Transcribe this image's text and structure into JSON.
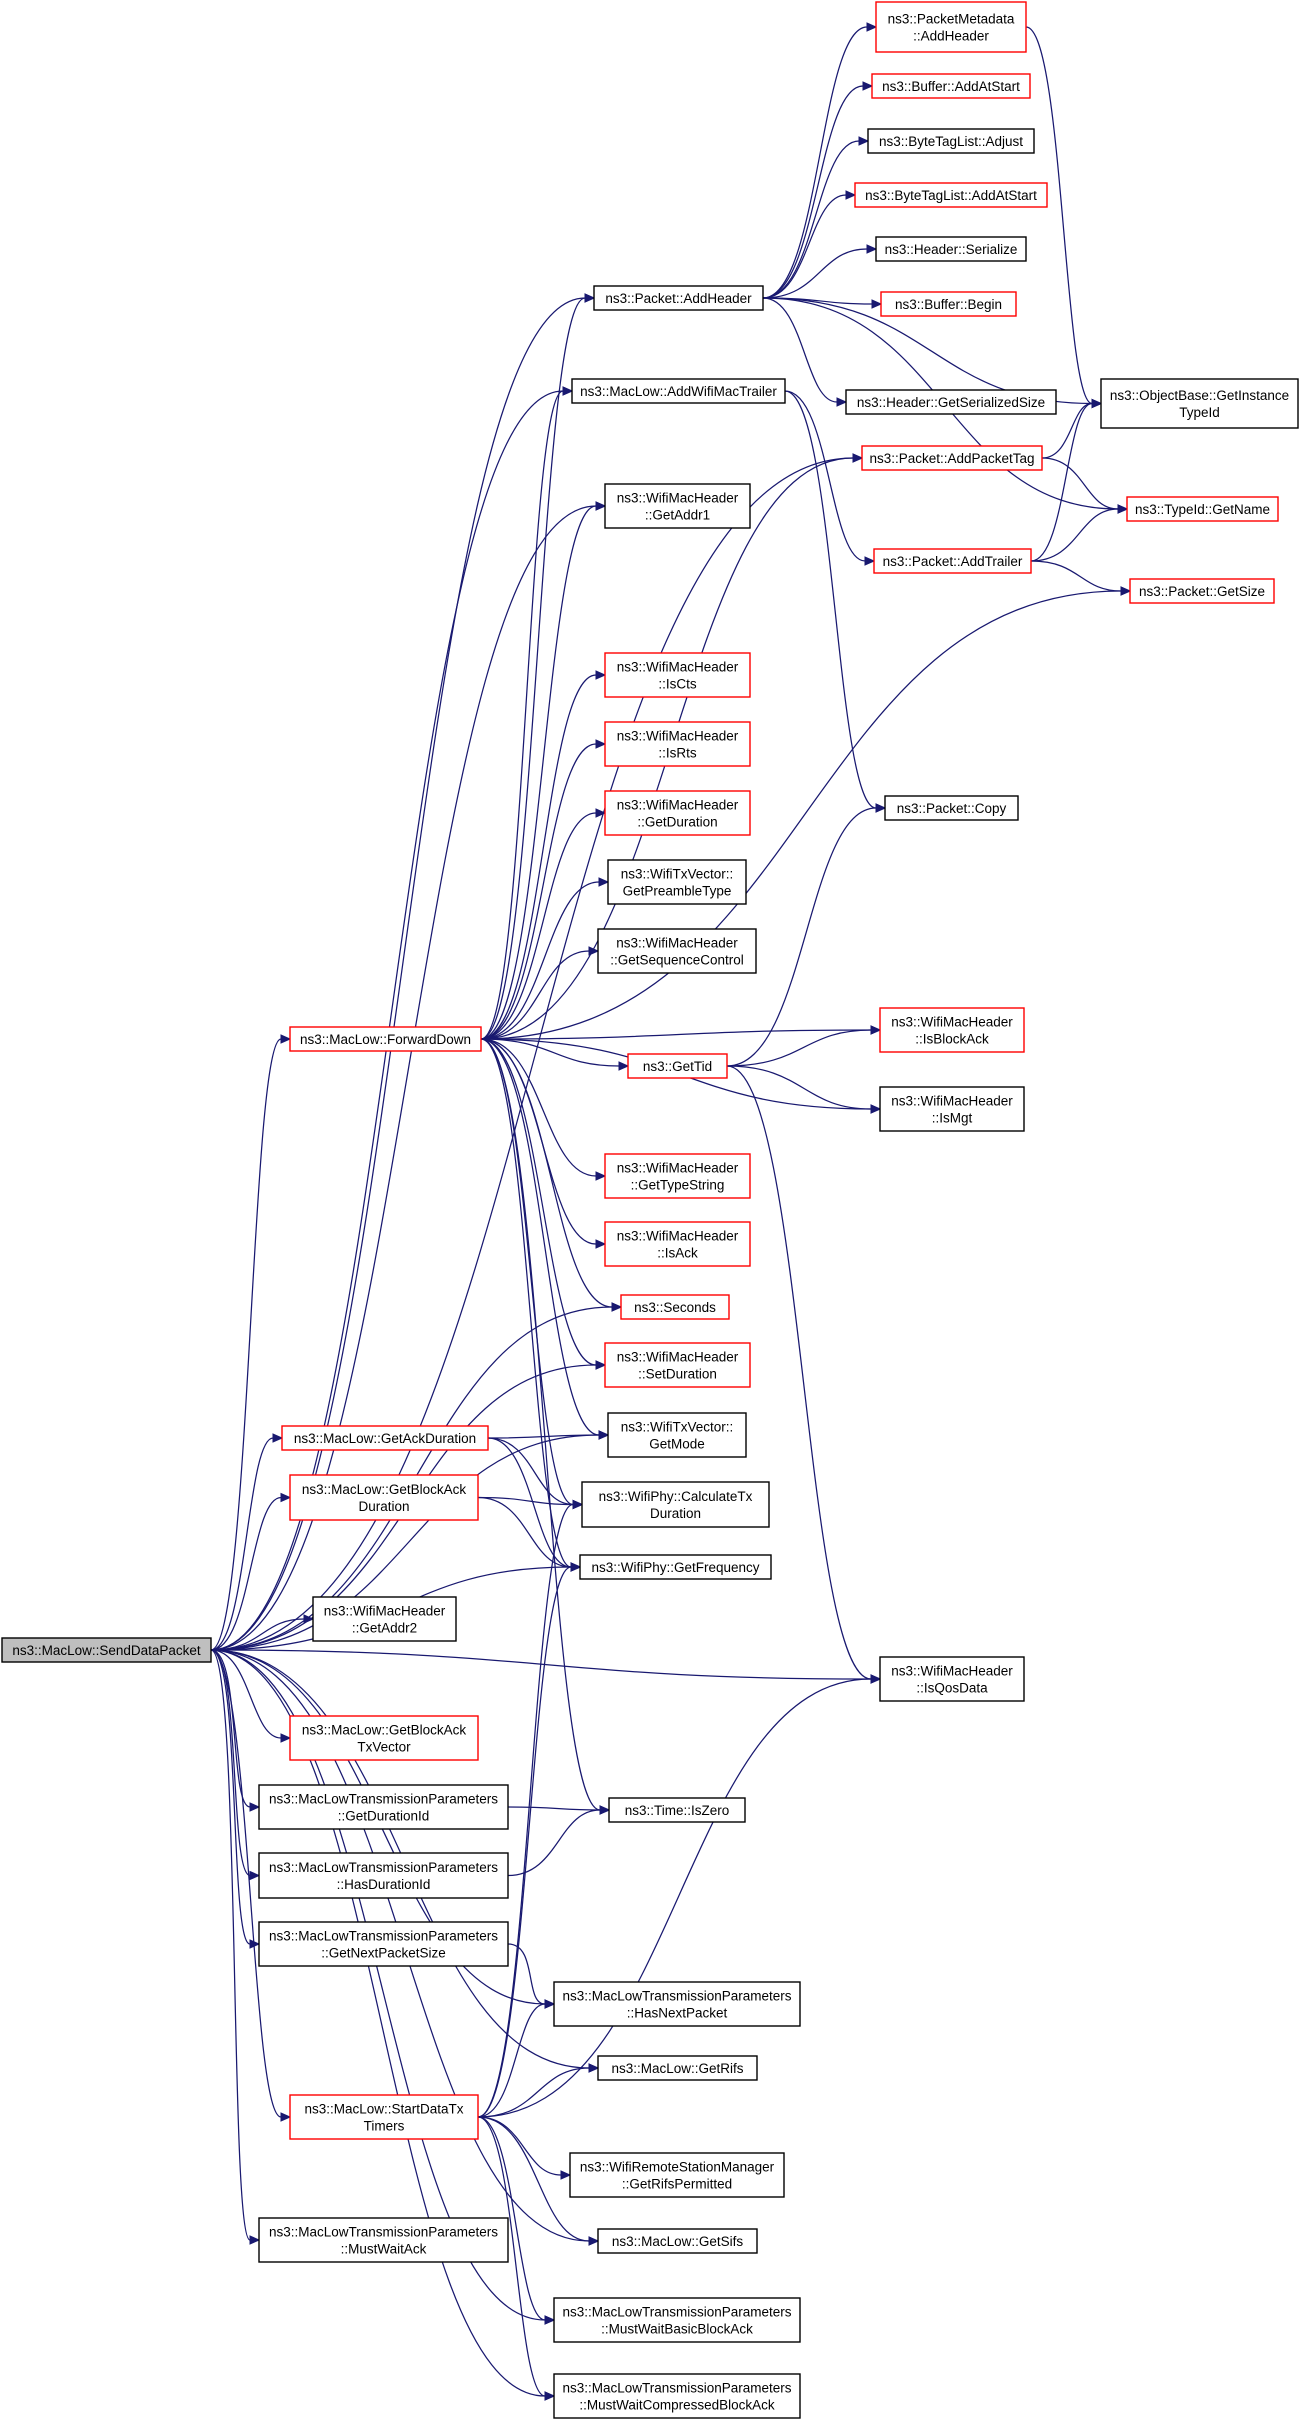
{
  "colors": {
    "edge": "#191970",
    "border_default": "#000000",
    "border_red": "#ff0000",
    "fill_default": "#ffffff",
    "fill_root": "#bfbfbf"
  },
  "nodes": [
    {
      "id": "send_data_packet",
      "lines": [
        "ns3::MacLow::SendDataPacket"
      ],
      "style": "root"
    },
    {
      "id": "packet_add_header",
      "lines": [
        "ns3::Packet::AddHeader"
      ],
      "style": "default"
    },
    {
      "id": "packet_metadata_add_header",
      "lines": [
        "ns3::PacketMetadata",
        "::AddHeader"
      ],
      "style": "red"
    },
    {
      "id": "buffer_add_at_start",
      "lines": [
        "ns3::Buffer::AddAtStart"
      ],
      "style": "red"
    },
    {
      "id": "byte_tag_list_adjust",
      "lines": [
        "ns3::ByteTagList::Adjust"
      ],
      "style": "default"
    },
    {
      "id": "byte_tag_list_add_at_start",
      "lines": [
        "ns3::ByteTagList::AddAtStart"
      ],
      "style": "red"
    },
    {
      "id": "header_serialize",
      "lines": [
        "ns3::Header::Serialize"
      ],
      "style": "default"
    },
    {
      "id": "buffer_begin",
      "lines": [
        "ns3::Buffer::Begin"
      ],
      "style": "red"
    },
    {
      "id": "object_base_get_instance_type_id",
      "lines": [
        "ns3::ObjectBase::GetInstance",
        "TypeId"
      ],
      "style": "default"
    },
    {
      "id": "header_get_serialized_size",
      "lines": [
        "ns3::Header::GetSerializedSize"
      ],
      "style": "default"
    },
    {
      "id": "mac_low_add_wifi_mac_trailer",
      "lines": [
        "ns3::MacLow::AddWifiMacTrailer"
      ],
      "style": "default"
    },
    {
      "id": "packet_add_packet_tag",
      "lines": [
        "ns3::Packet::AddPacketTag"
      ],
      "style": "red"
    },
    {
      "id": "type_id_get_name",
      "lines": [
        "ns3::TypeId::GetName"
      ],
      "style": "red"
    },
    {
      "id": "wifi_mac_header_get_addr1",
      "lines": [
        "ns3::WifiMacHeader",
        "::GetAddr1"
      ],
      "style": "default"
    },
    {
      "id": "packet_add_trailer",
      "lines": [
        "ns3::Packet::AddTrailer"
      ],
      "style": "red"
    },
    {
      "id": "packet_get_size",
      "lines": [
        "ns3::Packet::GetSize"
      ],
      "style": "red"
    },
    {
      "id": "wifi_mac_header_is_cts",
      "lines": [
        "ns3::WifiMacHeader",
        "::IsCts"
      ],
      "style": "red"
    },
    {
      "id": "wifi_mac_header_is_rts",
      "lines": [
        "ns3::WifiMacHeader",
        "::IsRts"
      ],
      "style": "red"
    },
    {
      "id": "packet_copy",
      "lines": [
        "ns3::Packet::Copy"
      ],
      "style": "default"
    },
    {
      "id": "wifi_mac_header_get_duration",
      "lines": [
        "ns3::WifiMacHeader",
        "::GetDuration"
      ],
      "style": "red"
    },
    {
      "id": "wifi_tx_vector_get_preamble_type",
      "lines": [
        "ns3::WifiTxVector::",
        "GetPreambleType"
      ],
      "style": "default"
    },
    {
      "id": "wifi_mac_header_get_sequence_control",
      "lines": [
        "ns3::WifiMacHeader",
        "::GetSequenceControl"
      ],
      "style": "default"
    },
    {
      "id": "mac_low_forward_down",
      "lines": [
        "ns3::MacLow::ForwardDown"
      ],
      "style": "red"
    },
    {
      "id": "wifi_mac_header_is_block_ack",
      "lines": [
        "ns3::WifiMacHeader",
        "::IsBlockAck"
      ],
      "style": "red"
    },
    {
      "id": "get_tid",
      "lines": [
        "ns3::GetTid"
      ],
      "style": "red"
    },
    {
      "id": "wifi_mac_header_is_mgt",
      "lines": [
        "ns3::WifiMacHeader",
        "::IsMgt"
      ],
      "style": "default"
    },
    {
      "id": "wifi_mac_header_get_type_string",
      "lines": [
        "ns3::WifiMacHeader",
        "::GetTypeString"
      ],
      "style": "red"
    },
    {
      "id": "wifi_mac_header_is_ack",
      "lines": [
        "ns3::WifiMacHeader",
        "::IsAck"
      ],
      "style": "red"
    },
    {
      "id": "seconds",
      "lines": [
        "ns3::Seconds"
      ],
      "style": "red"
    },
    {
      "id": "wifi_mac_header_set_duration",
      "lines": [
        "ns3::WifiMacHeader",
        "::SetDuration"
      ],
      "style": "red"
    },
    {
      "id": "mac_low_get_ack_duration",
      "lines": [
        "ns3::MacLow::GetAckDuration"
      ],
      "style": "red"
    },
    {
      "id": "wifi_tx_vector_get_mode",
      "lines": [
        "ns3::WifiTxVector::",
        "GetMode"
      ],
      "style": "default"
    },
    {
      "id": "mac_low_get_block_ack_duration",
      "lines": [
        "ns3::MacLow::GetBlockAck",
        "Duration"
      ],
      "style": "red"
    },
    {
      "id": "wifi_phy_calculate_tx_duration",
      "lines": [
        "ns3::WifiPhy::CalculateTx",
        "Duration"
      ],
      "style": "default"
    },
    {
      "id": "wifi_phy_get_frequency",
      "lines": [
        "ns3::WifiPhy::GetFrequency"
      ],
      "style": "default"
    },
    {
      "id": "wifi_mac_header_get_addr2",
      "lines": [
        "ns3::WifiMacHeader",
        "::GetAddr2"
      ],
      "style": "default"
    },
    {
      "id": "wifi_mac_header_is_qos_data",
      "lines": [
        "ns3::WifiMacHeader",
        "::IsQosData"
      ],
      "style": "default"
    },
    {
      "id": "mac_low_get_block_ack_tx_vector",
      "lines": [
        "ns3::MacLow::GetBlockAck",
        "TxVector"
      ],
      "style": "red"
    },
    {
      "id": "mltp_get_duration_id",
      "lines": [
        "ns3::MacLowTransmissionParameters",
        "::GetDurationId"
      ],
      "style": "default"
    },
    {
      "id": "time_is_zero",
      "lines": [
        "ns3::Time::IsZero"
      ],
      "style": "default"
    },
    {
      "id": "mltp_has_duration_id",
      "lines": [
        "ns3::MacLowTransmissionParameters",
        "::HasDurationId"
      ],
      "style": "default"
    },
    {
      "id": "mltp_get_next_packet_size",
      "lines": [
        "ns3::MacLowTransmissionParameters",
        "::GetNextPacketSize"
      ],
      "style": "default"
    },
    {
      "id": "mltp_has_next_packet",
      "lines": [
        "ns3::MacLowTransmissionParameters",
        "::HasNextPacket"
      ],
      "style": "default"
    },
    {
      "id": "mac_low_get_rifs",
      "lines": [
        "ns3::MacLow::GetRifs"
      ],
      "style": "default"
    },
    {
      "id": "mac_low_start_data_tx_timers",
      "lines": [
        "ns3::MacLow::StartDataTx",
        "Timers"
      ],
      "style": "red"
    },
    {
      "id": "wrsm_get_rifs_permitted",
      "lines": [
        "ns3::WifiRemoteStationManager",
        "::GetRifsPermitted"
      ],
      "style": "default"
    },
    {
      "id": "mltp_must_wait_ack",
      "lines": [
        "ns3::MacLowTransmissionParameters",
        "::MustWaitAck"
      ],
      "style": "default"
    },
    {
      "id": "mac_low_get_sifs",
      "lines": [
        "ns3::MacLow::GetSifs"
      ],
      "style": "default"
    },
    {
      "id": "mltp_must_wait_basic_block_ack",
      "lines": [
        "ns3::MacLowTransmissionParameters",
        "::MustWaitBasicBlockAck"
      ],
      "style": "default"
    },
    {
      "id": "mltp_must_wait_compressed_block_ack",
      "lines": [
        "ns3::MacLowTransmissionParameters",
        "::MustWaitCompressedBlockAck"
      ],
      "style": "default"
    }
  ],
  "edges": [
    [
      "send_data_packet",
      "packet_add_header"
    ],
    [
      "send_data_packet",
      "mac_low_add_wifi_mac_trailer"
    ],
    [
      "send_data_packet",
      "packet_add_packet_tag"
    ],
    [
      "send_data_packet",
      "wifi_mac_header_get_addr1"
    ],
    [
      "send_data_packet",
      "mac_low_forward_down"
    ],
    [
      "send_data_packet",
      "seconds"
    ],
    [
      "send_data_packet",
      "wifi_mac_header_set_duration"
    ],
    [
      "send_data_packet",
      "wifi_tx_vector_get_mode"
    ],
    [
      "send_data_packet",
      "mac_low_get_ack_duration"
    ],
    [
      "send_data_packet",
      "mac_low_get_block_ack_duration"
    ],
    [
      "send_data_packet",
      "wifi_phy_get_frequency"
    ],
    [
      "send_data_packet",
      "wifi_mac_header_get_addr2"
    ],
    [
      "send_data_packet",
      "wifi_mac_header_is_qos_data"
    ],
    [
      "send_data_packet",
      "mac_low_get_block_ack_tx_vector"
    ],
    [
      "send_data_packet",
      "mltp_get_duration_id"
    ],
    [
      "send_data_packet",
      "mltp_has_duration_id"
    ],
    [
      "send_data_packet",
      "mltp_get_next_packet_size"
    ],
    [
      "send_data_packet",
      "mltp_has_next_packet"
    ],
    [
      "send_data_packet",
      "mac_low_get_rifs"
    ],
    [
      "send_data_packet",
      "mac_low_start_data_tx_timers"
    ],
    [
      "send_data_packet",
      "mltp_must_wait_ack"
    ],
    [
      "send_data_packet",
      "mac_low_get_sifs"
    ],
    [
      "send_data_packet",
      "mltp_must_wait_basic_block_ack"
    ],
    [
      "send_data_packet",
      "mltp_must_wait_compressed_block_ack"
    ],
    [
      "packet_add_header",
      "packet_metadata_add_header"
    ],
    [
      "packet_add_header",
      "buffer_add_at_start"
    ],
    [
      "packet_add_header",
      "byte_tag_list_adjust"
    ],
    [
      "packet_add_header",
      "byte_tag_list_add_at_start"
    ],
    [
      "packet_add_header",
      "header_serialize"
    ],
    [
      "packet_add_header",
      "buffer_begin"
    ],
    [
      "packet_add_header",
      "object_base_get_instance_type_id"
    ],
    [
      "packet_add_header",
      "header_get_serialized_size"
    ],
    [
      "packet_add_header",
      "type_id_get_name"
    ],
    [
      "packet_metadata_add_header",
      "object_base_get_instance_type_id"
    ],
    [
      "mac_low_add_wifi_mac_trailer",
      "packet_add_trailer"
    ],
    [
      "mac_low_add_wifi_mac_trailer",
      "packet_copy"
    ],
    [
      "packet_add_packet_tag",
      "object_base_get_instance_type_id"
    ],
    [
      "packet_add_packet_tag",
      "type_id_get_name"
    ],
    [
      "packet_add_trailer",
      "object_base_get_instance_type_id"
    ],
    [
      "packet_add_trailer",
      "type_id_get_name"
    ],
    [
      "packet_add_trailer",
      "packet_get_size"
    ],
    [
      "mac_low_forward_down",
      "packet_add_header"
    ],
    [
      "mac_low_forward_down",
      "mac_low_add_wifi_mac_trailer"
    ],
    [
      "mac_low_forward_down",
      "packet_add_packet_tag"
    ],
    [
      "mac_low_forward_down",
      "wifi_mac_header_get_addr1"
    ],
    [
      "mac_low_forward_down",
      "packet_get_size"
    ],
    [
      "mac_low_forward_down",
      "wifi_mac_header_is_cts"
    ],
    [
      "mac_low_forward_down",
      "wifi_mac_header_is_rts"
    ],
    [
      "mac_low_forward_down",
      "wifi_mac_header_get_duration"
    ],
    [
      "mac_low_forward_down",
      "wifi_tx_vector_get_preamble_type"
    ],
    [
      "mac_low_forward_down",
      "wifi_mac_header_get_sequence_control"
    ],
    [
      "mac_low_forward_down",
      "wifi_mac_header_is_block_ack"
    ],
    [
      "mac_low_forward_down",
      "get_tid"
    ],
    [
      "mac_low_forward_down",
      "wifi_mac_header_is_mgt"
    ],
    [
      "mac_low_forward_down",
      "wifi_mac_header_get_type_string"
    ],
    [
      "mac_low_forward_down",
      "wifi_mac_header_is_ack"
    ],
    [
      "mac_low_forward_down",
      "seconds"
    ],
    [
      "mac_low_forward_down",
      "wifi_mac_header_set_duration"
    ],
    [
      "mac_low_forward_down",
      "wifi_tx_vector_get_mode"
    ],
    [
      "mac_low_forward_down",
      "wifi_phy_calculate_tx_duration"
    ],
    [
      "mac_low_forward_down",
      "wifi_phy_get_frequency"
    ],
    [
      "mac_low_forward_down",
      "time_is_zero"
    ],
    [
      "get_tid",
      "packet_copy"
    ],
    [
      "get_tid",
      "wifi_mac_header_is_block_ack"
    ],
    [
      "get_tid",
      "wifi_mac_header_is_mgt"
    ],
    [
      "get_tid",
      "wifi_mac_header_is_qos_data"
    ],
    [
      "mac_low_get_ack_duration",
      "wifi_tx_vector_get_mode"
    ],
    [
      "mac_low_get_ack_duration",
      "wifi_phy_calculate_tx_duration"
    ],
    [
      "mac_low_get_ack_duration",
      "wifi_phy_get_frequency"
    ],
    [
      "mac_low_get_block_ack_duration",
      "wifi_phy_calculate_tx_duration"
    ],
    [
      "mac_low_get_block_ack_duration",
      "wifi_phy_get_frequency"
    ],
    [
      "mltp_get_duration_id",
      "time_is_zero"
    ],
    [
      "mltp_has_duration_id",
      "time_is_zero"
    ],
    [
      "mltp_get_next_packet_size",
      "mltp_has_next_packet"
    ],
    [
      "mac_low_start_data_tx_timers",
      "wifi_phy_calculate_tx_duration"
    ],
    [
      "mac_low_start_data_tx_timers",
      "wifi_phy_get_frequency"
    ],
    [
      "mac_low_start_data_tx_timers",
      "wifi_mac_header_is_qos_data"
    ],
    [
      "mac_low_start_data_tx_timers",
      "mltp_has_next_packet"
    ],
    [
      "mac_low_start_data_tx_timers",
      "mac_low_get_rifs"
    ],
    [
      "mac_low_start_data_tx_timers",
      "wrsm_get_rifs_permitted"
    ],
    [
      "mac_low_start_data_tx_timers",
      "mac_low_get_sifs"
    ],
    [
      "mac_low_start_data_tx_timers",
      "mltp_must_wait_basic_block_ack"
    ],
    [
      "mac_low_start_data_tx_timers",
      "mltp_must_wait_compressed_block_ack"
    ]
  ]
}
